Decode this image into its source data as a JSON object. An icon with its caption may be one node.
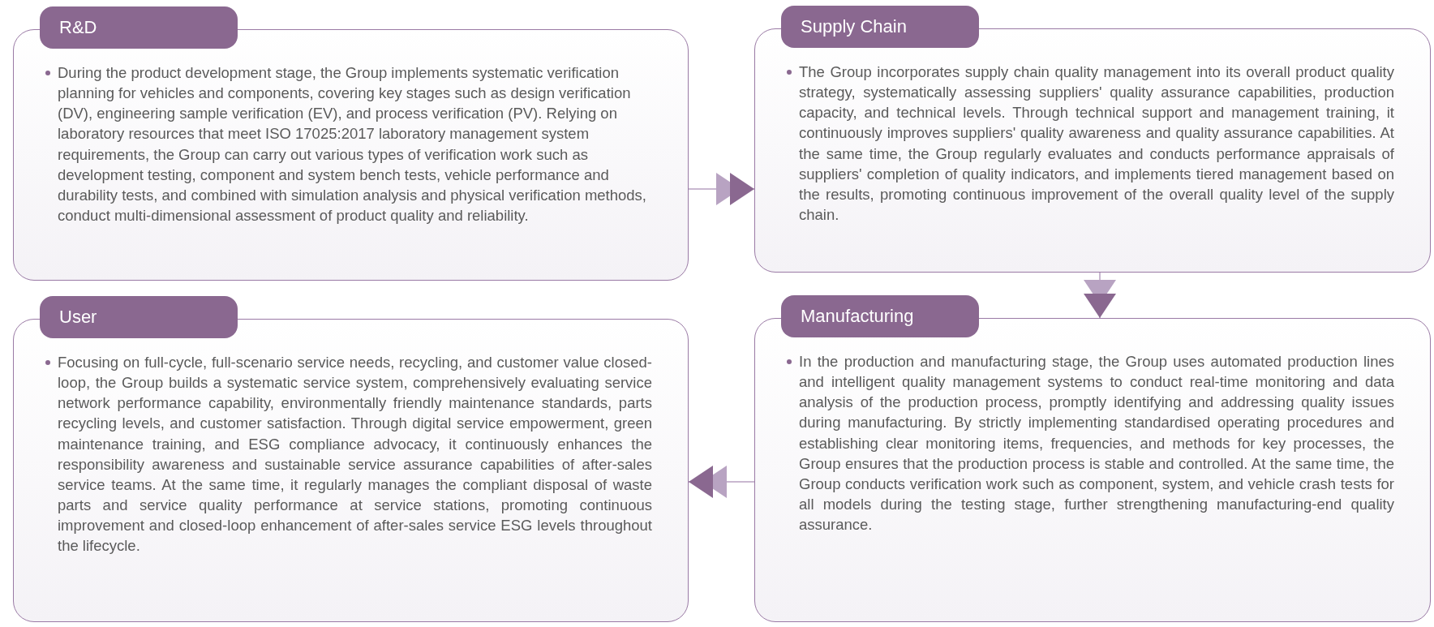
{
  "diagram": {
    "nodes": [
      {
        "text": [
          "R&D",
          "During the product development stage, the Group implements systematic verification planning for vehicles and components, covering key stages such as design verification (DV), engineering sample verification (EV), and process verification (PV). Relying on laboratory resources that meet ISO 17025:2017 laboratory management system requirements, the Group can carry out various types of verification work such as development testing, component and system bench tests, vehicle performance and durability tests, and combined with simulation analysis and physical verification methods, conduct multi-dimensional assessment of product quality and reliability."
        ]
      },
      {
        "text": [
          "Supply Chain",
          "The Group incorporates supply chain quality management into its overall product quality strategy, systematically assessing suppliers' quality assurance capabilities, production capacity, and technical levels. Through technical support and management training, it continuously improves suppliers' quality awareness and quality assurance capabilities. At the same time, the Group regularly evaluates and conducts performance appraisals of suppliers' completion of quality indicators, and implements tiered management based on the results, promoting continuous improvement of the overall quality level of the supply chain."
        ]
      },
      {
        "text": [
          "User",
          "Focusing on full-cycle, full-scenario service needs, recycling, and customer value closed-loop, the Group builds a systematic service system, comprehensively evaluating service network performance capability, environmentally friendly maintenance standards, parts recycling levels, and customer satisfaction. Through digital service empowerment, green maintenance training, and ESG compliance advocacy, it continuously enhances the responsibility awareness and sustainable service assurance capabilities of after-sales service teams. At the same time, it regularly manages the compliant disposal of waste parts and service quality performance at service stations, promoting continuous improvement and closed-loop enhancement of after-sales service ESG levels throughout the lifecycle."
        ]
      },
      {
        "text": [
          "Manufacturing",
          "In the production and manufacturing stage, the Group uses automated production lines and intelligent quality management systems to conduct real-time monitoring and data analysis of the production process, promptly identifying and addressing quality issues during manufacturing. By strictly implementing standardised operating procedures and establishing clear monitoring items, frequencies, and methods for key processes, the Group ensures that the production process is stable and controlled. At the same time, the Group conducts verification work such as component, system, and vehicle crash tests for all models during the testing stage, further strengthening manufacturing-end quality assurance."
        ]
      }
    ],
    "edges": [
      {
        "from": 0,
        "to": 1,
        "arrow": "to"
      },
      {
        "from": 1,
        "to": 3,
        "arrow": "to"
      },
      {
        "from": 3,
        "to": 2,
        "arrow": "to"
      }
    ]
  }
}
